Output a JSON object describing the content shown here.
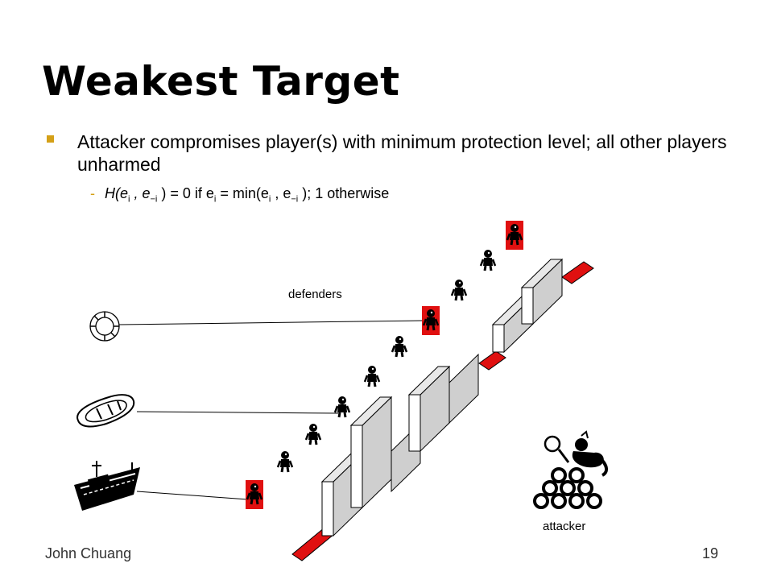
{
  "slide": {
    "title": "Weakest Target",
    "bullet": "Attacker compromises player(s) with minimum protection level; all other players unharmed",
    "formula": {
      "h_e": "H(e",
      "sub_i": "i",
      "comma_e": " , e",
      "sub_minus_i": "−i",
      "mid": " ) = 0 if e",
      "sub_i2": "i",
      "eq_min": " = min(e",
      "sub_i3": "i",
      "comma_e2": " , e",
      "sub_minus_i2": "−i",
      "tail": " ); 1 otherwise"
    }
  },
  "diagram": {
    "defenders_label": "defenders",
    "attacker_label": "attacker",
    "colors": {
      "weak_wall": "#e01010",
      "wall_face": "#cfcfcf",
      "wall_front": "#ffffff",
      "defender_highlight": "#e01010"
    },
    "icons": [
      "lifebuoy-icon",
      "raft-icon",
      "ship-icon",
      "cannonball-pile-icon",
      "defender-figure-icon"
    ]
  },
  "footer": {
    "author": "John Chuang",
    "page": "19"
  }
}
